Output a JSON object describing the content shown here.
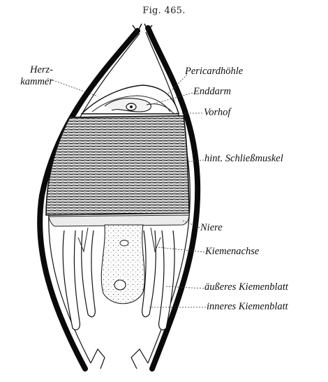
{
  "figure": {
    "title": "Fig. 465.",
    "labels": {
      "herzkammer_line1": "Herz-",
      "herzkammer_line2": "kammer",
      "pericardhoehle": "Pericardhöhle",
      "enddarm": "Enddarm",
      "vorhof": "Vorhof",
      "schliessmuskel": "hint. Schließmuskel",
      "niere": "Niere",
      "kiemenachse": "Kiemenachse",
      "aeusseres_kiemenblatt": "äußeres Kiemenblatt",
      "inneres_kiemenblatt": "inneres Kiemenblatt"
    }
  }
}
